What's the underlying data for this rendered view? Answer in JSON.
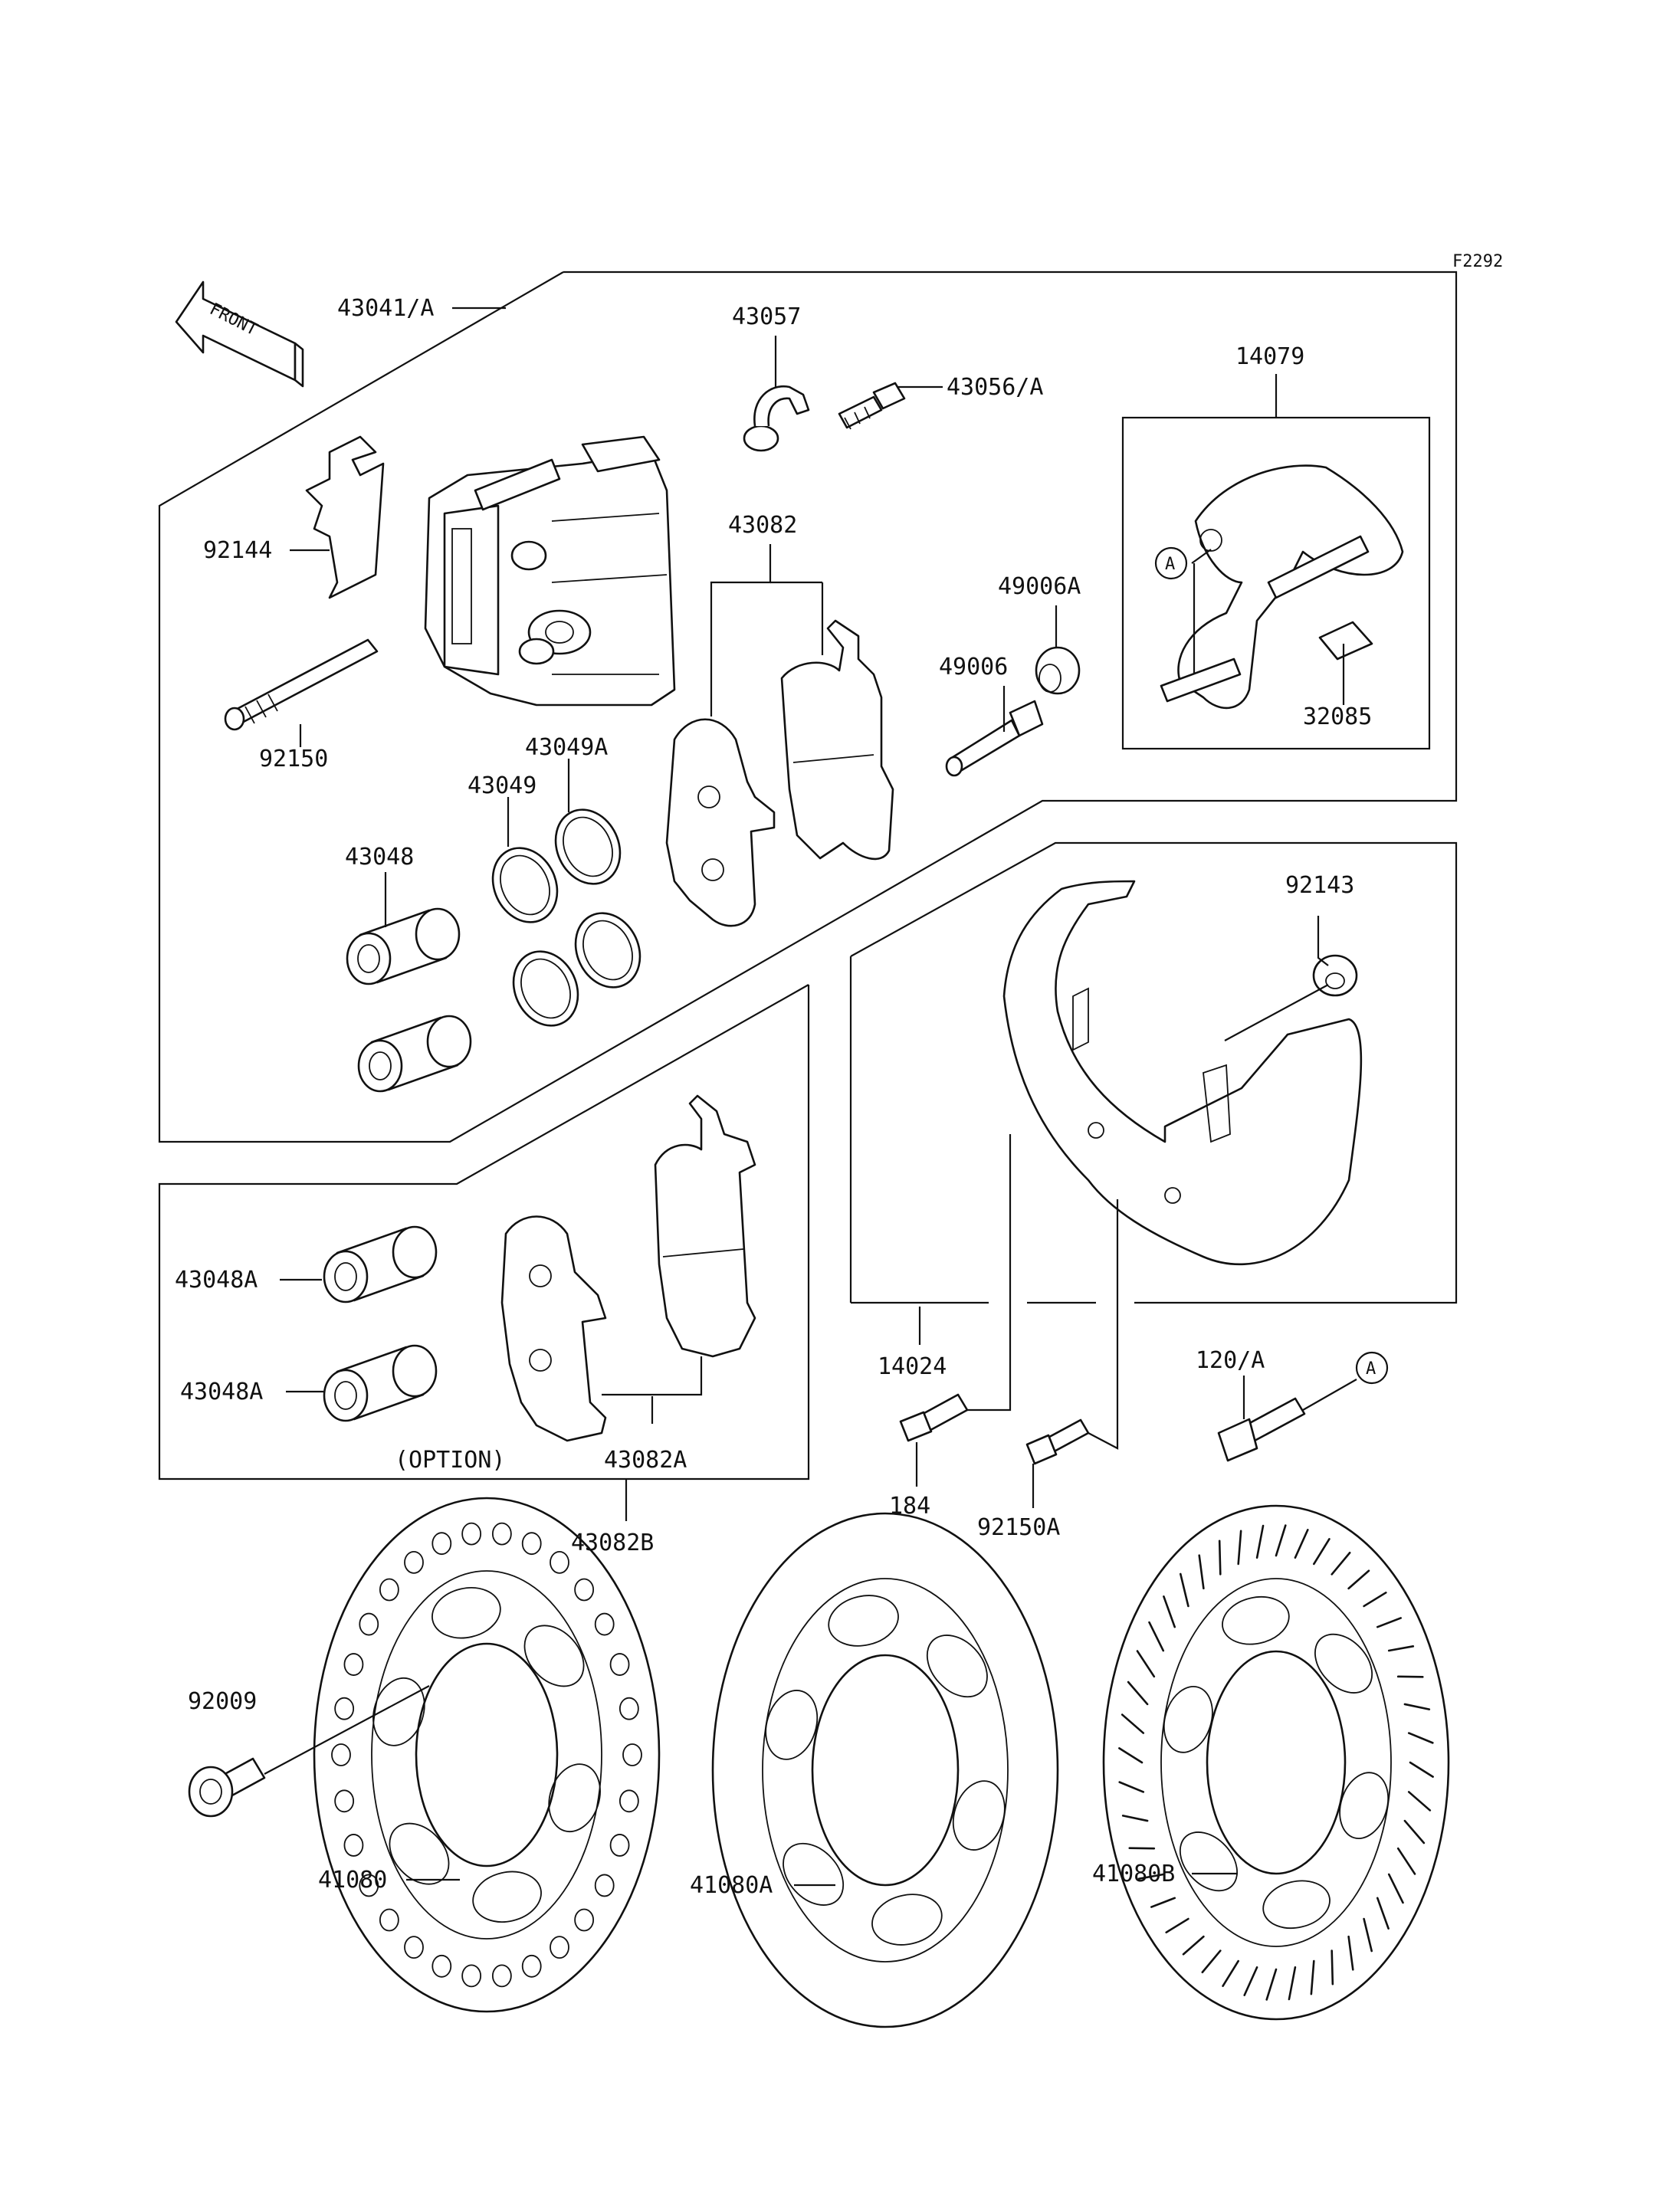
{
  "figure_code": "F2292",
  "front_label": "FRONT",
  "option_label": "(OPTION)",
  "ref_mark": "A",
  "callouts": {
    "c43041": "43041/A",
    "c43057": "43057",
    "c43056": "43056/A",
    "c14079": "14079",
    "c92144": "92144",
    "c43082": "43082",
    "c49006A": "49006A",
    "c49006": "49006",
    "c32085": "32085",
    "c92150": "92150",
    "c43049A": "43049A",
    "c43049": "43049",
    "c43048": "43048",
    "c92143": "92143",
    "c43048A_1": "43048A",
    "c43048A_2": "43048A",
    "c43082A": "43082A",
    "c43082B": "43082B",
    "c14024": "14024",
    "c120A": "120/A",
    "c184": "184",
    "c92150A": "92150A",
    "c92009": "92009",
    "c41080": "41080",
    "c41080A": "41080A",
    "c41080B": "41080B"
  }
}
